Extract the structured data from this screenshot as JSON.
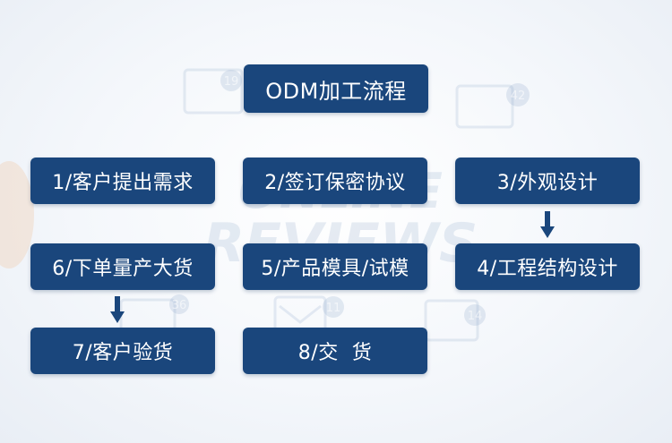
{
  "title": "ODM加工流程",
  "steps": [
    {
      "label": "1/客户提出需求"
    },
    {
      "label": "2/签订保密协议"
    },
    {
      "label": "3/外观设计"
    },
    {
      "label": "4/工程结构设计"
    },
    {
      "label": "5/产品模具/试模"
    },
    {
      "label": "6/下单量产大货"
    },
    {
      "label": "7/客户验货"
    },
    {
      "label": "8/交  货"
    }
  ],
  "background_watermark": {
    "words": [
      "ONLINE",
      "REVIEWS"
    ],
    "badges": [
      "19",
      "42",
      "36",
      "11",
      "14"
    ]
  },
  "colors": {
    "box_fill": "#1a467c",
    "box_text": "#ffffff",
    "arrow": "#1a467c",
    "watermark": "#9fb6d2"
  }
}
